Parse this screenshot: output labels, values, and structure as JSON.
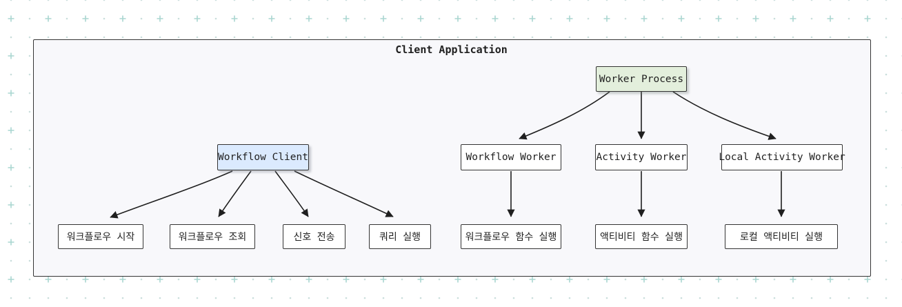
{
  "diagram": {
    "cluster_label": "Client Application",
    "nodes": {
      "worker_process": {
        "label": "Worker Process"
      },
      "workflow_client": {
        "label": "Workflow Client"
      },
      "workflow_worker": {
        "label": "Workflow Worker"
      },
      "activity_worker": {
        "label": "Activity Worker"
      },
      "local_activity_worker": {
        "label": "Local Activity Worker"
      },
      "start_workflow": {
        "label": "워크플로우 시작"
      },
      "get_workflow": {
        "label": "워크플로우 조회"
      },
      "send_signal": {
        "label": "신호 전송"
      },
      "run_query": {
        "label": "쿼리 실행"
      },
      "run_workflow_function": {
        "label": "워크플로우 함수 실행"
      },
      "run_activity_function": {
        "label": "액티비티 함수 실행"
      },
      "run_local_activity": {
        "label": "로컬 액티비티 실행"
      }
    },
    "edges": [
      {
        "from": "worker_process",
        "to": "workflow_worker"
      },
      {
        "from": "worker_process",
        "to": "activity_worker"
      },
      {
        "from": "worker_process",
        "to": "local_activity_worker"
      },
      {
        "from": "workflow_client",
        "to": "start_workflow"
      },
      {
        "from": "workflow_client",
        "to": "get_workflow"
      },
      {
        "from": "workflow_client",
        "to": "send_signal"
      },
      {
        "from": "workflow_client",
        "to": "run_query"
      },
      {
        "from": "workflow_worker",
        "to": "run_workflow_function"
      },
      {
        "from": "activity_worker",
        "to": "run_activity_function"
      },
      {
        "from": "local_activity_worker",
        "to": "run_local_activity"
      }
    ],
    "colors": {
      "cluster_fill": "#f8f8fb",
      "node_fill": "#ffffff",
      "node_border": "#333333",
      "workflow_client_fill": "#dbeafe",
      "worker_process_fill": "#e3efdc",
      "edge": "#1f1f1f",
      "pattern_plus": "#a9d6d0",
      "pattern_dot": "#c9dedc"
    }
  }
}
